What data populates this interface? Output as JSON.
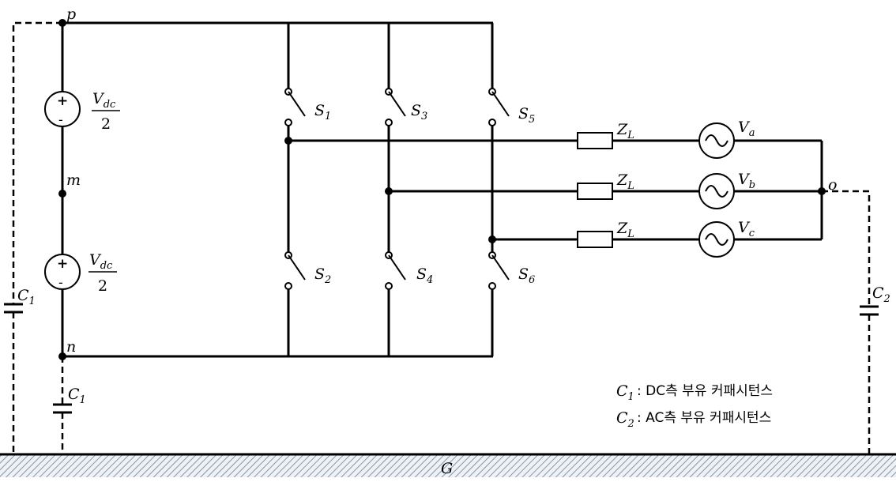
{
  "nodes": {
    "p": "p",
    "m": "m",
    "n": "n",
    "o": "o",
    "ground": "G"
  },
  "source": {
    "numerator": "V",
    "numerator_sub": "dc",
    "denominator": "2",
    "plus": "+",
    "minus": "-"
  },
  "switches": [
    {
      "id": "S1",
      "base": "S",
      "sub": "1"
    },
    {
      "id": "S2",
      "base": "S",
      "sub": "2"
    },
    {
      "id": "S3",
      "base": "S",
      "sub": "3"
    },
    {
      "id": "S4",
      "base": "S",
      "sub": "4"
    },
    {
      "id": "S5",
      "base": "S",
      "sub": "5"
    },
    {
      "id": "S6",
      "base": "S",
      "sub": "6"
    }
  ],
  "load": {
    "impedance": {
      "base": "Z",
      "sub": "L"
    },
    "phases": [
      {
        "base": "V",
        "sub": "a"
      },
      {
        "base": "V",
        "sub": "b"
      },
      {
        "base": "V",
        "sub": "c"
      }
    ]
  },
  "capacitors": {
    "c1": {
      "base": "C",
      "sub": "1"
    },
    "c2": {
      "base": "C",
      "sub": "2"
    }
  },
  "legend": [
    {
      "symbol": "C",
      "sub": "1",
      "text": ": DC측  부유  커패시턴스"
    },
    {
      "symbol": "C",
      "sub": "2",
      "text": ": AC측  부유  커패시턴스"
    }
  ]
}
